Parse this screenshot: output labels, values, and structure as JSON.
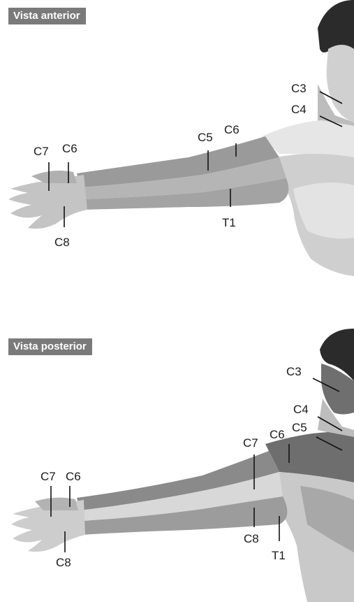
{
  "anterior": {
    "title": "Vista anterior",
    "labels": {
      "c3": "C3",
      "c4": "C4",
      "c5": "C5",
      "c6_arm": "C6",
      "c7_hand": "C7",
      "c6_hand": "C6",
      "c8_hand": "C8",
      "t1": "T1"
    }
  },
  "posterior": {
    "title": "Vista posterior",
    "labels": {
      "c3": "C3",
      "c4": "C4",
      "c5": "C5",
      "c6_arm": "C6",
      "c7_arm": "C7",
      "c7_hand": "C7",
      "c6_hand": "C6",
      "c8_arm": "C8",
      "c8_hand": "C8",
      "t1": "T1"
    }
  }
}
